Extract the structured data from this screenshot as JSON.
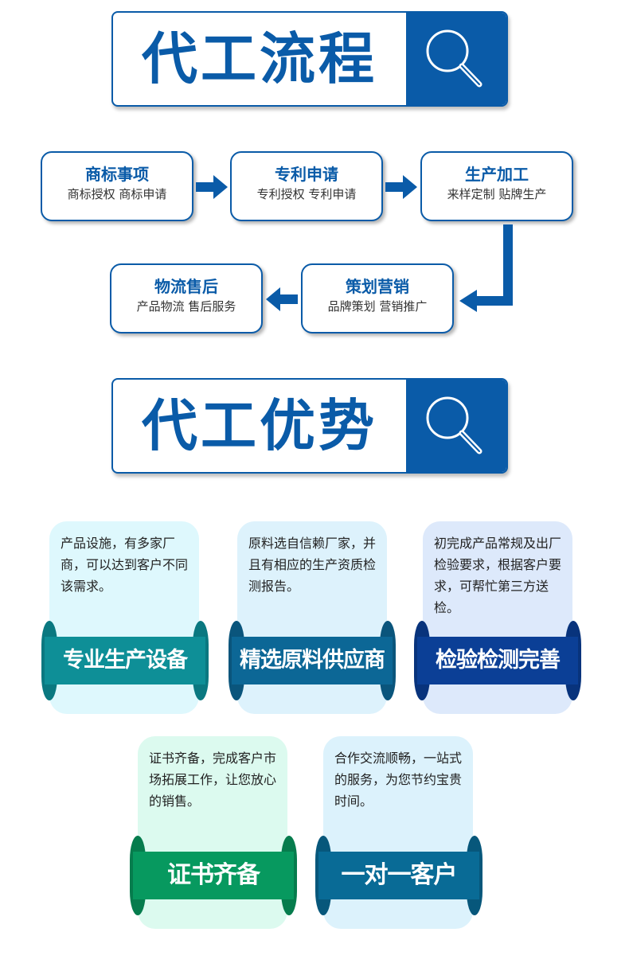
{
  "sections": {
    "process_title": "代工流程",
    "advantage_title": "代工优势",
    "search_icon": "magnifier-icon"
  },
  "colors": {
    "primary": "#0a5ba8"
  },
  "process_steps": [
    {
      "title": "商标事项",
      "subtitle": "商标授权 商标申请"
    },
    {
      "title": "专利申请",
      "subtitle": "专利授权 专利申请"
    },
    {
      "title": "生产加工",
      "subtitle": "来样定制 贴牌生产"
    },
    {
      "title": "策划营销",
      "subtitle": "品牌策划 营销推广"
    },
    {
      "title": "物流售后",
      "subtitle": "产品物流 售后服务"
    }
  ],
  "advantages": [
    {
      "title": "专业生产设备",
      "text": "产品设施，有多家厂商，可以达到客户不同该需求。",
      "color": "#0e8f97",
      "bg": "#def8fd"
    },
    {
      "title": "精选原料供应商",
      "text": "原料选自信赖厂家，并且有相应的生产资质检测报告。",
      "color": "#0c6796",
      "bg": "#ddf2fc"
    },
    {
      "title": "检验检测完善",
      "text": "初完成产品常规及出厂检验要求，根据客户要求，可帮忙第三方送检。",
      "color": "#0b3f96",
      "bg": "#dde9fb"
    },
    {
      "title": "证书齐备",
      "text": "证书齐备，完成客户市场拓展工作，让您放心的销售。",
      "color": "#07995f",
      "bg": "#dcfaef"
    },
    {
      "title": "一对一客户",
      "text": "合作交流顺畅，一站式的服务，为您节约宝贵时间。",
      "color": "#096b96",
      "bg": "#dcf2fc"
    }
  ]
}
